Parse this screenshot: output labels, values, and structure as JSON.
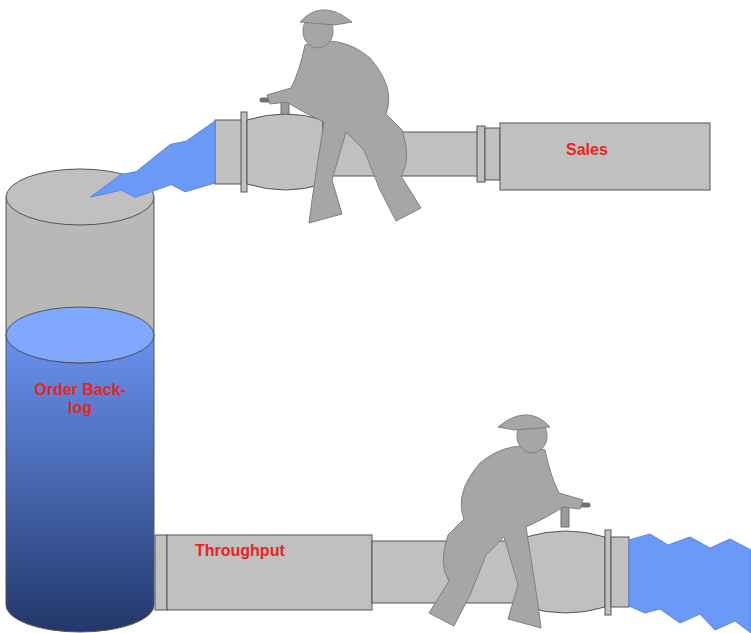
{
  "diagram": {
    "nodes": [
      {
        "text": [
          "Sales"
        ]
      },
      {
        "text": [
          "Order Back- log"
        ]
      },
      {
        "text": [
          "Throughput"
        ]
      }
    ],
    "edges": [
      {
        "from": 0,
        "to": 1,
        "arrow": "none"
      }
    ]
  }
}
